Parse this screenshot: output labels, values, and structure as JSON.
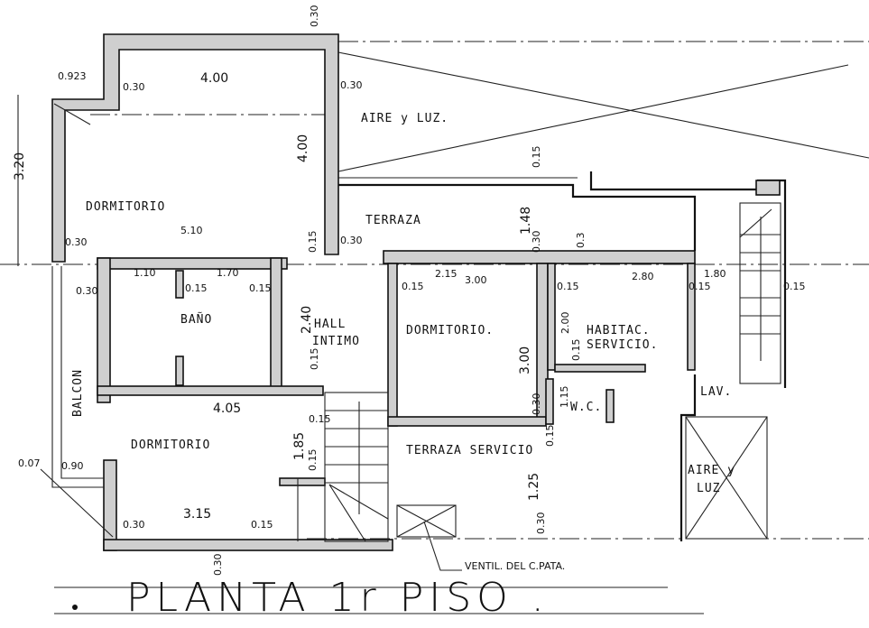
{
  "title": "PLANTA 1r PISO .",
  "rooms": {
    "aire_luz_top": "AIRE y LUZ.",
    "dormitorio_top": "DORMITORIO",
    "terraza": "TERRAZA",
    "bano": "BAÑO",
    "hall_1": "HALL",
    "hall_2": "INTIMO",
    "dormitorio_mid": "DORMITORIO.",
    "habitac_1": "HABITAC.",
    "habitac_2": "SERVICIO.",
    "balcon": "BALCON",
    "lav": "LAV.",
    "wc": "W.C.",
    "dormitorio_low": "DORMITORIO",
    "terraza_servicio": "TERRAZA SERVICIO",
    "aire_luz_right_1": "AIRE y",
    "aire_luz_right_2": "LUZ",
    "ventil": "VENTIL. DEL C.PATA."
  },
  "dimensions": {
    "d0923": "0.923",
    "d030a": "0.30",
    "d400a": "4.00",
    "d030b": "0.30",
    "d030top": "0.30",
    "d320": "3.20",
    "d400v": "4.00",
    "d510": "5.10",
    "d030c": "0.30",
    "d015a": "0.15",
    "d030d": "0.30",
    "d015top": "0.15",
    "d148": "1.48",
    "d030e": "0.30",
    "d03f": "0.3",
    "d110": "1.10",
    "d170": "1.70",
    "d215": "2.15",
    "d300": "3.00",
    "d280": "2.80",
    "d180": "1.80",
    "d030f": "0.30",
    "d015b": "0.15",
    "d015c": "0.15",
    "d015d": "0.15",
    "d015e": "0.15",
    "d015f": "0.15",
    "d015g": "0.15",
    "d240": "2.40",
    "d015h": "0.15",
    "d200": "2.00",
    "d015i": "0.15",
    "d300v": "3.00",
    "d030g": "0.30",
    "d115": "1.15",
    "d405": "4.05",
    "d015j": "0.15",
    "d185": "1.85",
    "d015k": "0.15",
    "d015l": "0.15",
    "d125": "1.25",
    "d030h": "0.30",
    "d007": "0.07",
    "d090": "0.90",
    "d315": "3.15",
    "d030i": "0.30",
    "d015m": "0.15",
    "d030j": "0.30"
  }
}
